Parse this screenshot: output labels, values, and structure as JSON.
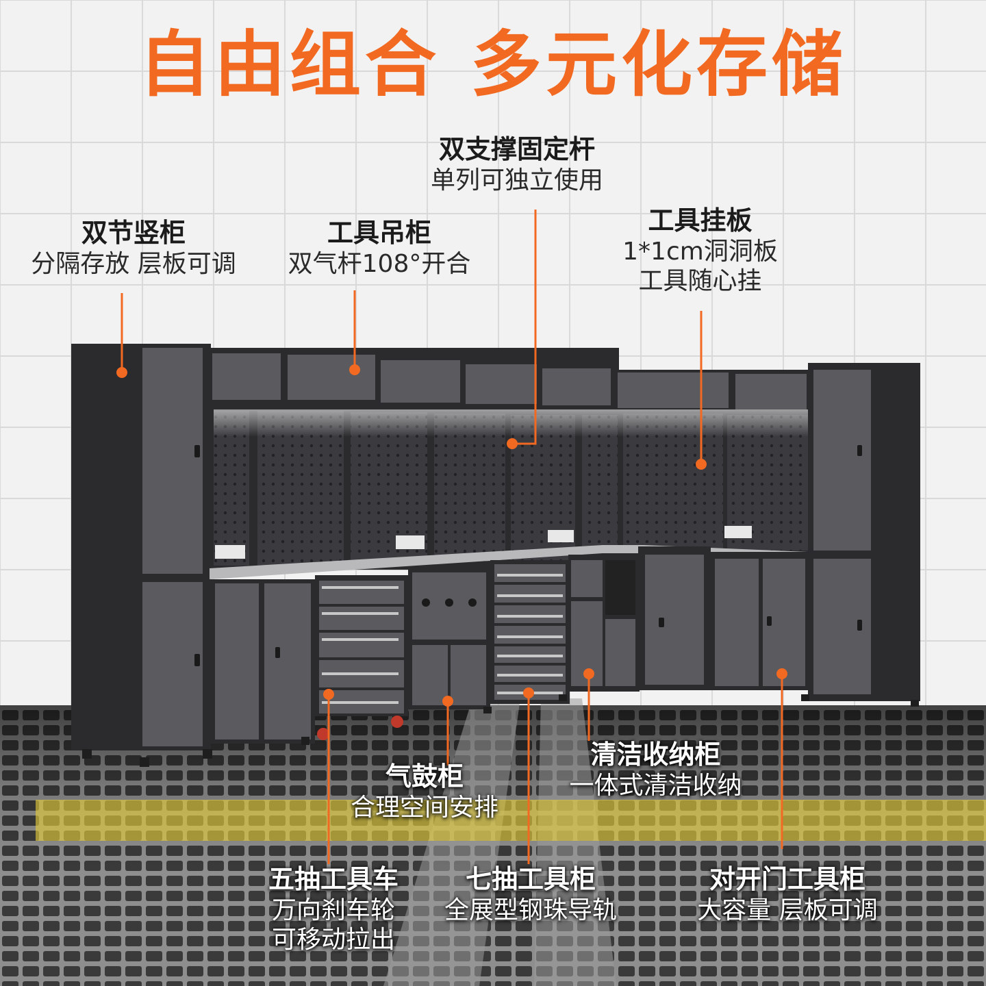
{
  "headline": {
    "part1": "自由组合",
    "part2": "多元化存储"
  },
  "colors": {
    "accent": "#f26a21",
    "cabinet": "#5a5a5f",
    "frame": "#2b2b2e",
    "highlight_band": "#e8d23a"
  },
  "labels": {
    "double_vertical_cabinet": {
      "title": "双节竖柜",
      "subtitle": "分隔存放 层板可调"
    },
    "hanging_cabinet": {
      "title": "工具吊柜",
      "subtitle": "双气杆108°开合"
    },
    "support_rod": {
      "title": "双支撑固定杆",
      "subtitle": "单列可独立使用"
    },
    "pegboard": {
      "title": "工具挂板",
      "subtitle": "1*1cm洞洞板",
      "subtitle2": "工具随心挂"
    },
    "drum_cabinet": {
      "title": "气鼓柜",
      "subtitle": "合理空间安排"
    },
    "cleaning_cabinet": {
      "title": "清洁收纳柜",
      "subtitle": "一体式清洁收纳"
    },
    "five_drawer_cart": {
      "title": "五抽工具车",
      "subtitle": "万向刹车轮",
      "subtitle2": "可移动拉出"
    },
    "seven_drawer_cabinet": {
      "title": "七抽工具柜",
      "subtitle": "全展型钢珠导轨"
    },
    "double_door_cabinet": {
      "title": "对开门工具柜",
      "subtitle": "大容量 层板可调"
    }
  }
}
